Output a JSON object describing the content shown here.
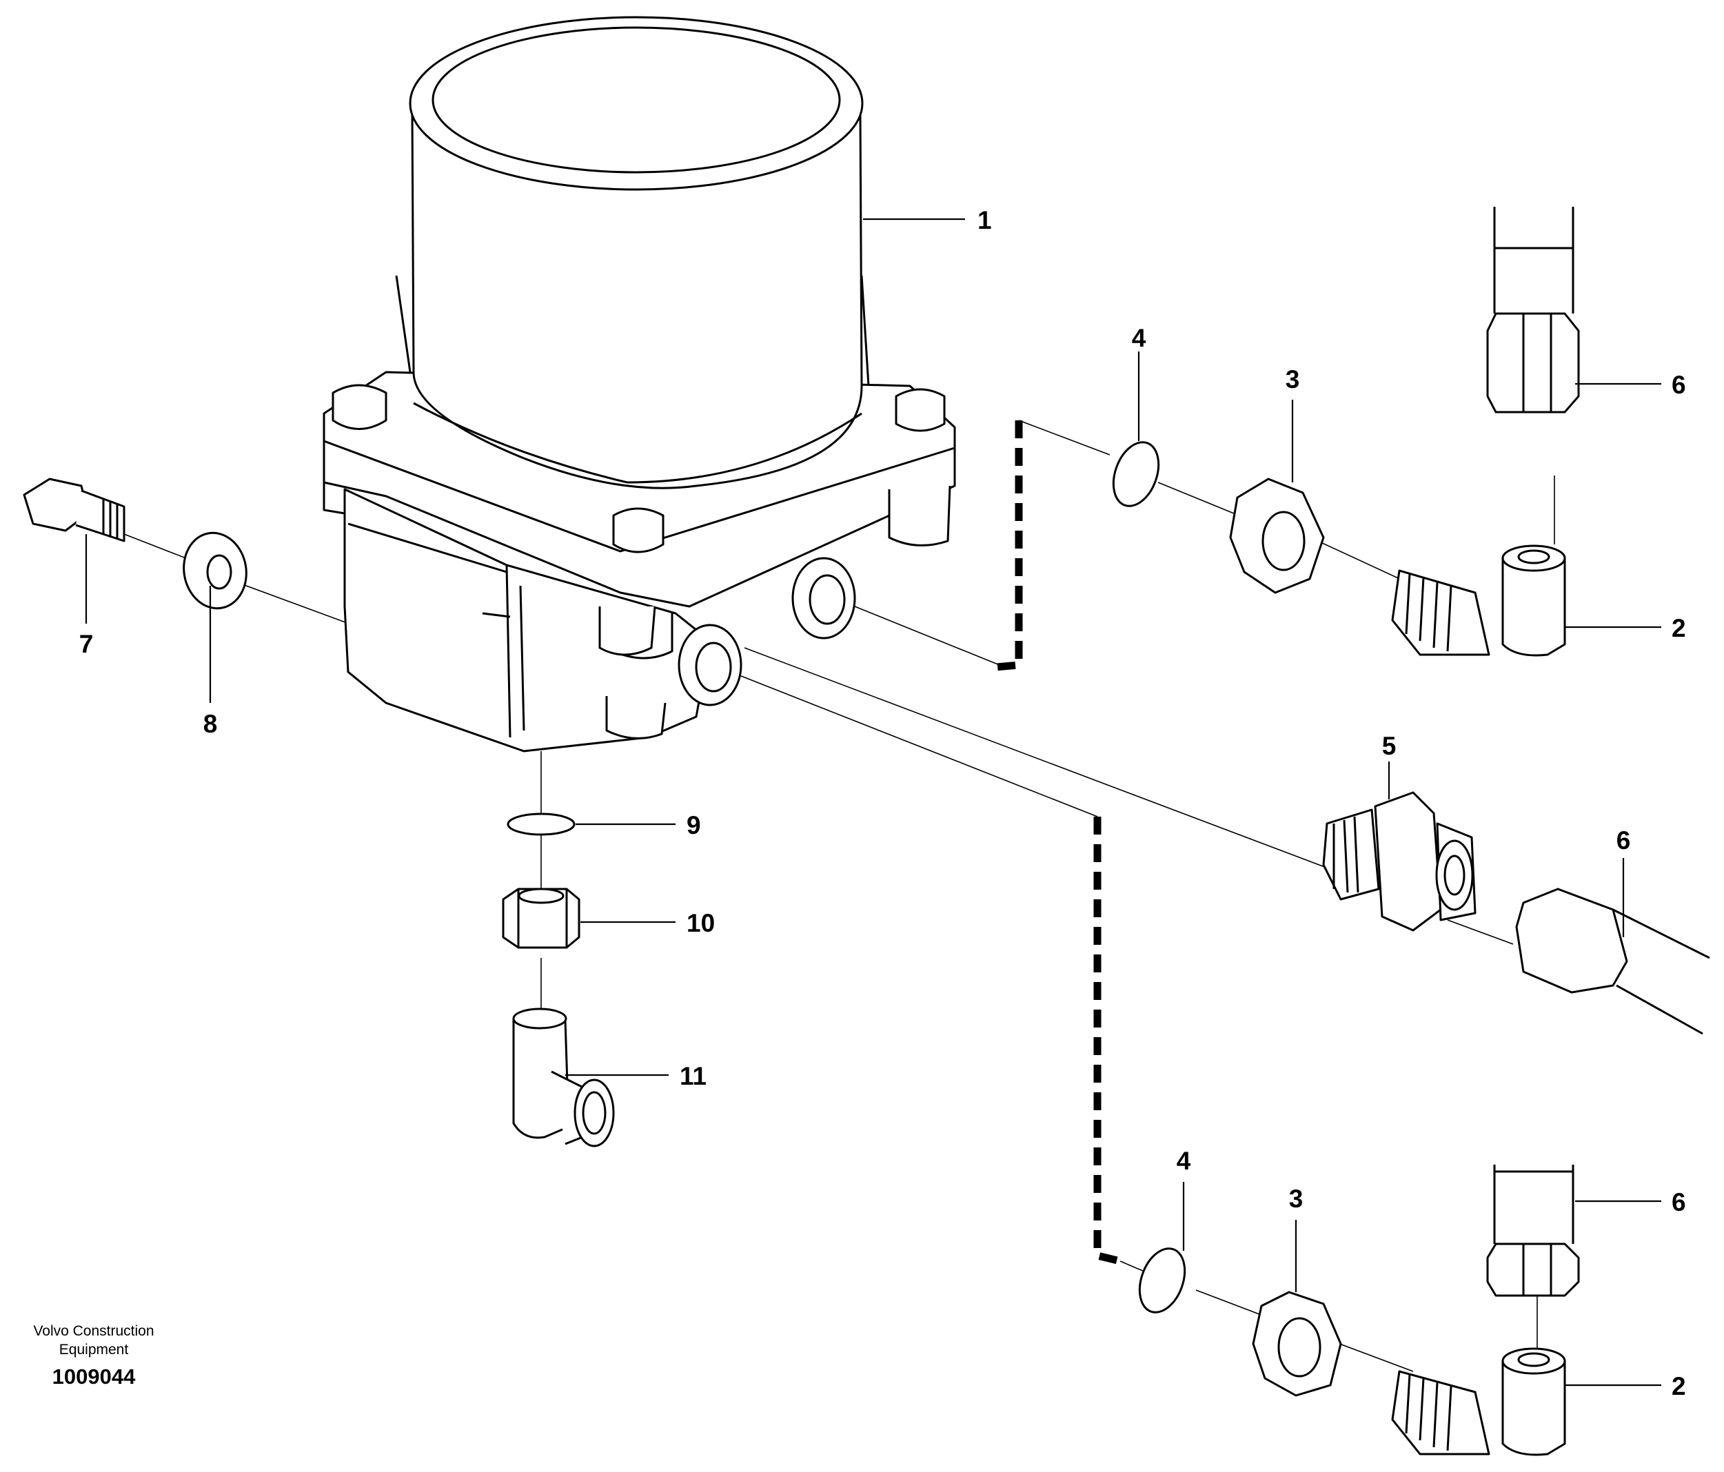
{
  "callouts": {
    "c1": "1",
    "c2a": "2",
    "c2b": "2",
    "c3a": "3",
    "c3b": "3",
    "c4a": "4",
    "c4b": "4",
    "c5": "5",
    "c6a": "6",
    "c6b": "6",
    "c6c": "6",
    "c7": "7",
    "c8": "8",
    "c9": "9",
    "c10": "10",
    "c11": "11"
  },
  "credit": {
    "line1": "Volvo Construction",
    "line2": "Equipment",
    "doc_number": "1009044"
  }
}
